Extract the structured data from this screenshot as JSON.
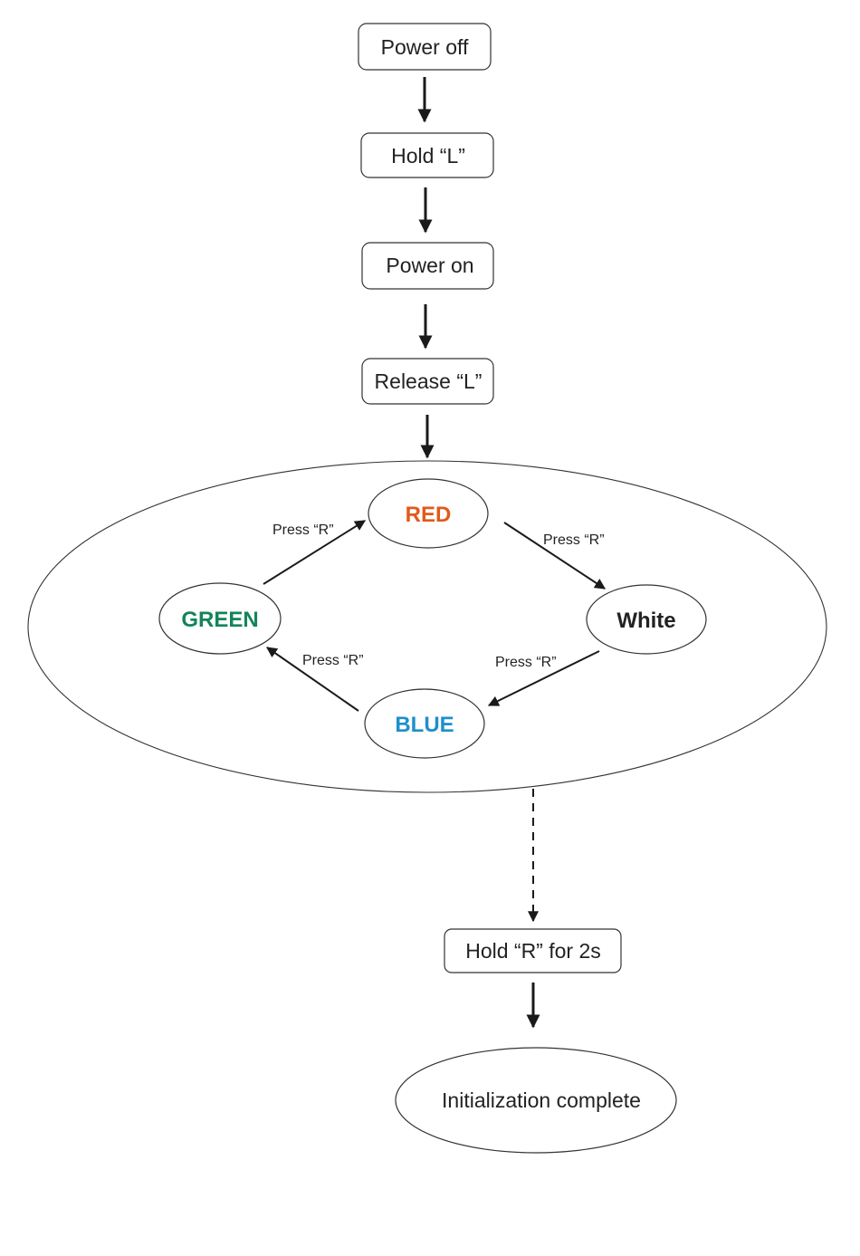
{
  "steps": {
    "power_off": "Power off",
    "hold_l": "Hold “L”",
    "power_on": "Power on",
    "release_l": "Release “L”",
    "hold_r": "Hold “R” for 2s",
    "complete": "Initialization complete"
  },
  "cycle": {
    "red": {
      "label": "RED",
      "color": "#e05a1c"
    },
    "white": {
      "label": "White",
      "color": "#222222"
    },
    "blue": {
      "label": "BLUE",
      "color": "#1f8fcc"
    },
    "green": {
      "label": "GREEN",
      "color": "#14845a"
    },
    "edge_red_white": "Press “R”",
    "edge_white_blue": "Press “R”",
    "edge_blue_green": "Press “R”",
    "edge_green_red": "Press “R”"
  }
}
